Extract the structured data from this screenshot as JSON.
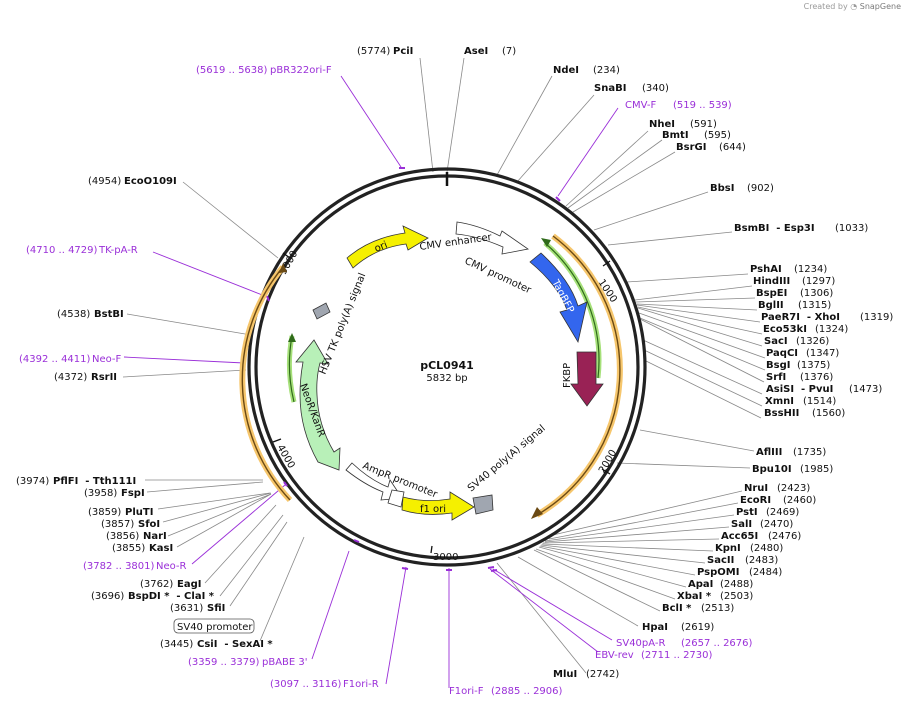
{
  "credit": {
    "prefix": "Created by",
    "brand": "SnapGene"
  },
  "plasmid": {
    "name": "pCL0941",
    "length": "5832 bp"
  },
  "ticks": [
    "1000",
    "2000",
    "3000",
    "4000",
    "5000"
  ],
  "features": [
    {
      "label": "ori",
      "color": "#f5f000"
    },
    {
      "label": "CMV enhancer",
      "color": "#ffffff"
    },
    {
      "label": "CMV promoter",
      "color": "#ffffff"
    },
    {
      "label": "TagBFP",
      "color": "#3366ee"
    },
    {
      "label": "FKBP",
      "color": "#992255"
    },
    {
      "label": "SV40 poly(A) signal",
      "color": "#a0a6b0"
    },
    {
      "label": "f1 ori",
      "color": "#f5f000"
    },
    {
      "label": "AmpR promoter",
      "color": "#ffffff"
    },
    {
      "label": "NeoR/KanR",
      "color": "#b8f0b8"
    },
    {
      "label": "HSV TK poly(A) signal",
      "color": "#a0a6b0"
    }
  ],
  "sites": [
    {
      "name": "PciI",
      "pos": "(5774)"
    },
    {
      "name": "AseI",
      "pos": "(7)"
    },
    {
      "name": "NdeI",
      "pos": "(234)"
    },
    {
      "name": "SnaBI",
      "pos": "(340)"
    },
    {
      "name": "NheI",
      "pos": "(591)"
    },
    {
      "name": "BmtI",
      "pos": "(595)"
    },
    {
      "name": "BsrGI",
      "pos": "(644)"
    },
    {
      "name": "BbsI",
      "pos": "(902)"
    },
    {
      "name": "BsmBI  - Esp3I",
      "pos": "(1033)"
    },
    {
      "name": "PshAI",
      "pos": "(1234)"
    },
    {
      "name": "HindIII",
      "pos": "(1297)"
    },
    {
      "name": "BspEI",
      "pos": "(1306)"
    },
    {
      "name": "BglII",
      "pos": "(1315)"
    },
    {
      "name": "PaeR7I  - XhoI",
      "pos": "(1319)"
    },
    {
      "name": "Eco53kI",
      "pos": "(1324)"
    },
    {
      "name": "SacI",
      "pos": "(1326)"
    },
    {
      "name": "PaqCI",
      "pos": "(1347)"
    },
    {
      "name": "BsgI",
      "pos": "(1375)"
    },
    {
      "name": "SrfI",
      "pos": "(1376)"
    },
    {
      "name": "AsiSI  - PvuI",
      "pos": "(1473)"
    },
    {
      "name": "XmnI",
      "pos": "(1514)"
    },
    {
      "name": "BssHII",
      "pos": "(1560)"
    },
    {
      "name": "AflIII",
      "pos": "(1735)"
    },
    {
      "name": "Bpu10I",
      "pos": "(1985)"
    },
    {
      "name": "NruI",
      "pos": "(2423)"
    },
    {
      "name": "EcoRI",
      "pos": "(2460)"
    },
    {
      "name": "PstI",
      "pos": "(2469)"
    },
    {
      "name": "SalI",
      "pos": "(2470)"
    },
    {
      "name": "Acc65I",
      "pos": "(2476)"
    },
    {
      "name": "KpnI",
      "pos": "(2480)"
    },
    {
      "name": "SacII",
      "pos": "(2483)"
    },
    {
      "name": "PspOMI",
      "pos": "(2484)"
    },
    {
      "name": "ApaI",
      "pos": "(2488)"
    },
    {
      "name": "XbaI *",
      "pos": "(2503)"
    },
    {
      "name": "BclI *",
      "pos": "(2513)"
    },
    {
      "name": "HpaI",
      "pos": "(2619)"
    },
    {
      "name": "MluI",
      "pos": "(2742)"
    },
    {
      "name": "CsiI  - SexAI *",
      "pos": "(3445)"
    },
    {
      "name": "SfiI",
      "pos": "(3631)"
    },
    {
      "name": "BspDI *  - ClaI *",
      "pos": "(3696)"
    },
    {
      "name": "EagI",
      "pos": "(3762)"
    },
    {
      "name": "KasI",
      "pos": "(3855)"
    },
    {
      "name": "NarI",
      "pos": "(3856)"
    },
    {
      "name": "SfoI",
      "pos": "(3857)"
    },
    {
      "name": "PluTI",
      "pos": "(3859)"
    },
    {
      "name": "FspI",
      "pos": "(3958)"
    },
    {
      "name": "PflFI  - Tth111I",
      "pos": "(3974)"
    },
    {
      "name": "RsrII",
      "pos": "(4372)"
    },
    {
      "name": "BstBI",
      "pos": "(4538)"
    },
    {
      "name": "EcoO109I",
      "pos": "(4954)"
    }
  ],
  "primers": [
    {
      "name": "pBR322ori-F",
      "range": "(5619 .. 5638)"
    },
    {
      "name": "CMV-F",
      "range": "(519 .. 539)"
    },
    {
      "name": "TK-pA-R",
      "range": "(4710 .. 4729)"
    },
    {
      "name": "Neo-F",
      "range": "(4392 .. 4411)"
    },
    {
      "name": "Neo-R",
      "range": "(3782 .. 3801)"
    },
    {
      "name": "pBABE 3'",
      "range": "(3359 .. 3379)"
    },
    {
      "name": "F1ori-R",
      "range": "(3097 .. 3116)"
    },
    {
      "name": "F1ori-F",
      "range": "(2885 .. 2906)"
    },
    {
      "name": "EBV-rev",
      "range": "(2711 .. 2730)"
    },
    {
      "name": "SV40pA-R",
      "range": "(2657 .. 2676)"
    }
  ],
  "boxed_label": "SV40 promoter",
  "colors": {
    "site": "#000000",
    "primer": "#9a2fd8",
    "orf": "#f4a020",
    "orf_inner": "#228b22"
  }
}
